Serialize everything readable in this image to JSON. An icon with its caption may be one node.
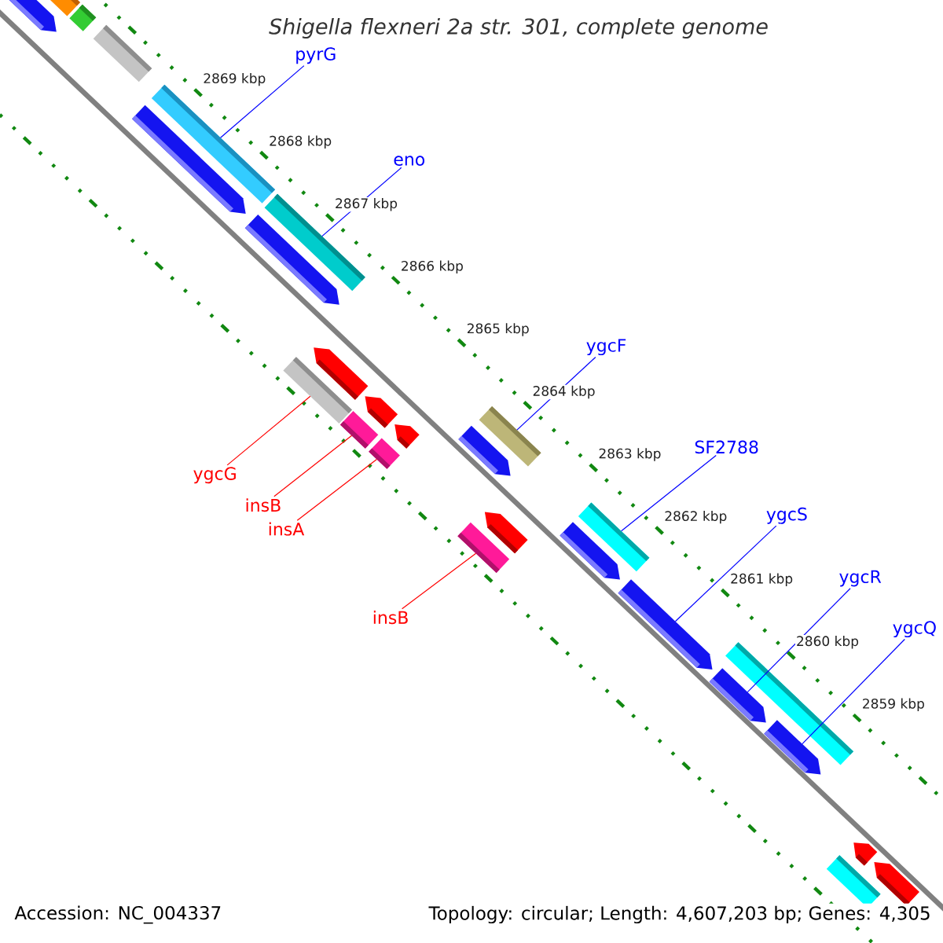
{
  "diagram": {
    "title": "Shigella flexneri 2a str. 301, complete genome",
    "nodes": [
      {
        "text": [],
        "shape": "pentagon"
      },
      {
        "text": [],
        "shape": "bar"
      },
      {
        "text": [],
        "shape": "bar"
      },
      {
        "text": [],
        "shape": "bar"
      },
      {
        "text": [],
        "shape": "pentagon"
      },
      {
        "text": [],
        "shape": "bar"
      },
      {
        "text": [],
        "shape": "pentagon"
      },
      {
        "text": [],
        "shape": "bar"
      },
      {
        "text": [],
        "shape": "bar"
      },
      {
        "text": [],
        "shape": "pentagon"
      },
      {
        "text": [],
        "shape": "pentagon"
      },
      {
        "text": [],
        "shape": "bar"
      },
      {
        "text": [],
        "shape": "pentagon"
      },
      {
        "text": [],
        "shape": "bar"
      },
      {
        "text": [],
        "shape": "pentagon"
      },
      {
        "text": [],
        "shape": "bar"
      },
      {
        "text": [],
        "shape": "bar"
      },
      {
        "text": [],
        "shape": "pentagon"
      },
      {
        "text": [],
        "shape": "pentagon"
      },
      {
        "text": [],
        "shape": "bar"
      },
      {
        "text": [],
        "shape": "pentagon"
      },
      {
        "text": [],
        "shape": "pentagon"
      },
      {
        "text": [],
        "shape": "bar"
      },
      {
        "text": [],
        "shape": "pentagon"
      },
      {
        "text": [],
        "shape": "bar"
      },
      {
        "text": [],
        "shape": "pentagon"
      },
      {
        "text": [],
        "shape": "pentagon"
      },
      {
        "text": [
          "pyrG"
        ]
      },
      {
        "text": [
          "eno"
        ]
      },
      {
        "text": [
          "ygcF"
        ]
      },
      {
        "text": [
          "SF2788"
        ]
      },
      {
        "text": [
          "ygcS"
        ]
      },
      {
        "text": [
          "ygcR"
        ]
      },
      {
        "text": [
          "ygcQ"
        ]
      },
      {
        "text": [
          "ygcG"
        ]
      },
      {
        "text": [
          "insB"
        ]
      },
      {
        "text": [
          "insA"
        ]
      },
      {
        "text": [
          "insB"
        ]
      }
    ],
    "edges": [
      {
        "from": 27,
        "to": 5,
        "arrow": "none"
      },
      {
        "from": 28,
        "to": 7,
        "arrow": "none"
      },
      {
        "from": 29,
        "to": 15,
        "arrow": "none"
      },
      {
        "from": 30,
        "to": 19,
        "arrow": "none"
      },
      {
        "from": 31,
        "to": 20,
        "arrow": "none"
      },
      {
        "from": 32,
        "to": 21,
        "arrow": "none"
      },
      {
        "from": 33,
        "to": 23,
        "arrow": "none"
      },
      {
        "from": 34,
        "to": 8,
        "arrow": "none",
        "color": "#ff0000"
      },
      {
        "from": 35,
        "to": 11,
        "arrow": "none",
        "color": "#ff0000"
      },
      {
        "from": 36,
        "to": 13,
        "arrow": "none",
        "color": "#ff0000"
      },
      {
        "from": 37,
        "to": 16,
        "arrow": "none",
        "color": "#ff0000"
      }
    ],
    "labels": [
      "2869 kbp",
      "2868 kbp",
      "2867 kbp",
      "2866 kbp",
      "2865 kbp",
      "2864 kbp",
      "2863 kbp",
      "2862 kbp",
      "2861 kbp",
      "2860 kbp",
      "2859 kbp",
      "Accession: NC_004337",
      "Topology: circular; Length: 4,607,203 bp; Genes: 4,305"
    ]
  }
}
